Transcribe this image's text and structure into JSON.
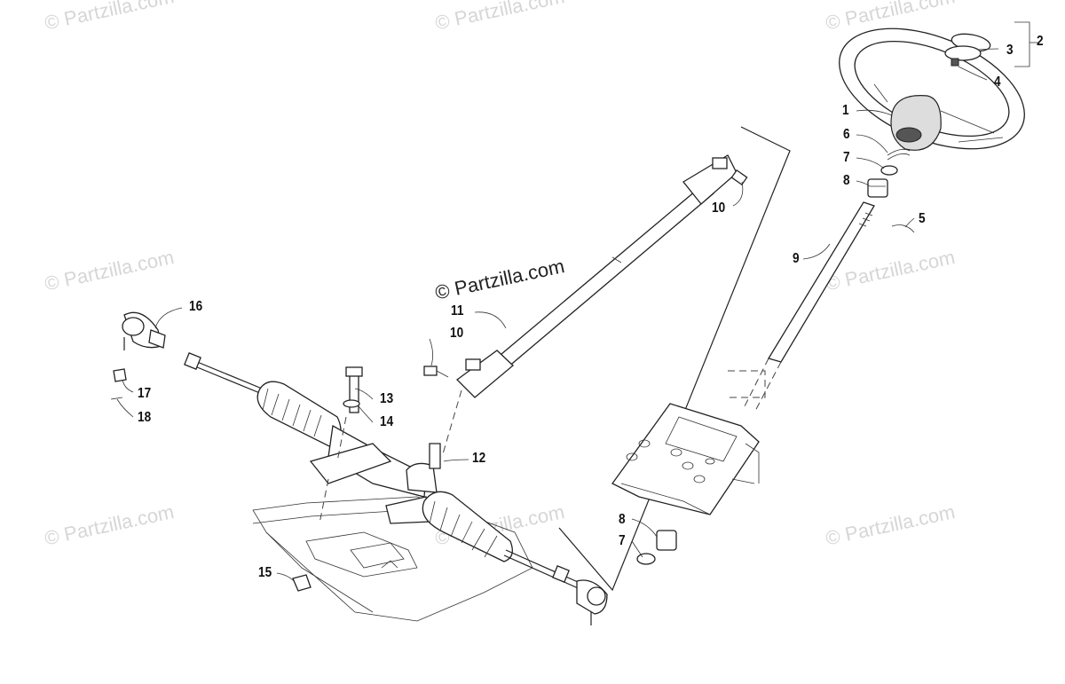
{
  "watermarks": [
    {
      "text": "© Partzilla.com"
    },
    {
      "text": "© Partzilla.com"
    },
    {
      "text": "© Partzilla.com"
    },
    {
      "text": "© Partzilla.com"
    },
    {
      "text": "© Partzilla.com"
    },
    {
      "text": "© Partzilla.com"
    },
    {
      "text": "© Partzilla.com"
    },
    {
      "text": "© Partzilla.com"
    },
    {
      "text": "© Partzilla.com"
    }
  ],
  "main_watermark": "© Partzilla.com",
  "callouts": {
    "c1": "1",
    "c2": "2",
    "c3": "3",
    "c4": "4",
    "c5": "5",
    "c6": "6",
    "c7a": "7",
    "c7b": "7",
    "c8a": "8",
    "c8b": "8",
    "c9": "9",
    "c10a": "10",
    "c10b": "10",
    "c11": "11",
    "c12": "12",
    "c13": "13",
    "c14": "14",
    "c15": "15",
    "c16": "16",
    "c17": "17",
    "c18": "18"
  }
}
